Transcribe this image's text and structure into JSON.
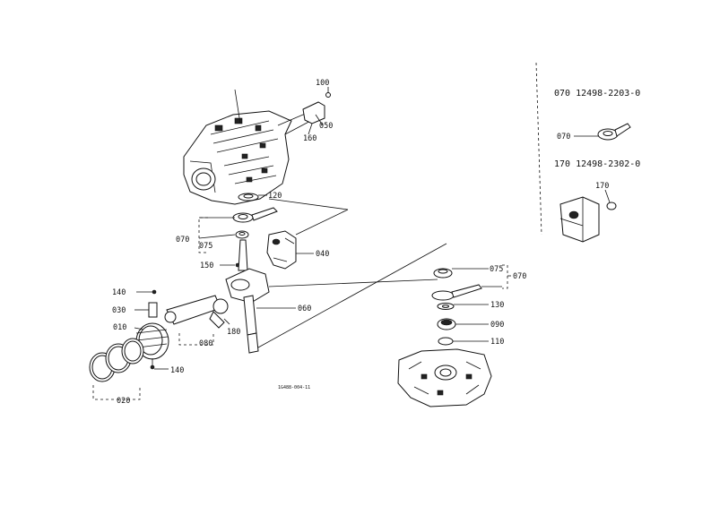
{
  "diagram": {
    "callouts": {
      "c100": "100",
      "c050": "050",
      "c160": "160",
      "c120": "120",
      "c070_left": "070",
      "c075_left": "075",
      "c040": "040",
      "c150": "150",
      "c140_top": "140",
      "c030": "030",
      "c010": "010",
      "c060": "060",
      "c180": "180",
      "c080": "080",
      "c140_bottom": "140",
      "c020": "020",
      "c075_right": "075",
      "c070_right": "070",
      "c130": "130",
      "c090": "090",
      "c110": "110"
    },
    "drawing_code": "1G488-004-11"
  },
  "side_panel": {
    "part_070_header": "070  12498-2203-0",
    "part_070_callout": "070",
    "part_170_header": "170  12498-2302-0",
    "part_170_callout": "170"
  }
}
